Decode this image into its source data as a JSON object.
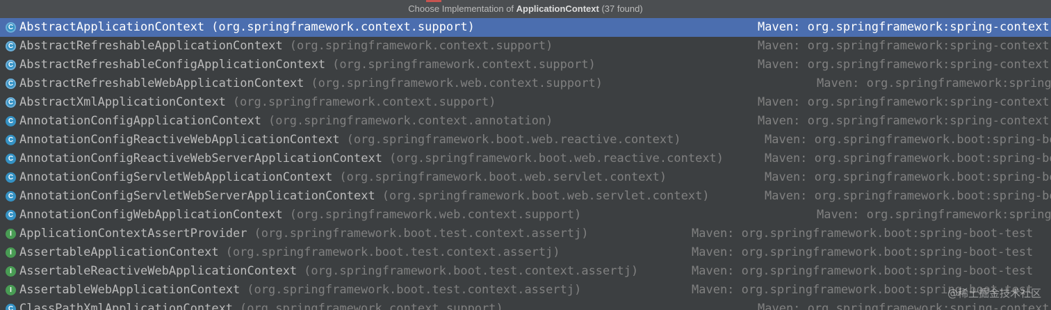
{
  "header": {
    "prefix": "Choose Implementation of ",
    "target": "ApplicationContext",
    "count": " (37 found)"
  },
  "items": [
    {
      "name": "AbstractApplicationContext",
      "package": "(org.springframework.context.support)",
      "library": "Maven: org.springframework:spring-context",
      "icon": "abstract-class-icon",
      "selected": true
    },
    {
      "name": "AbstractRefreshableApplicationContext",
      "package": "(org.springframework.context.support)",
      "library": "Maven: org.springframework:spring-context",
      "icon": "abstract-class-icon"
    },
    {
      "name": "AbstractRefreshableConfigApplicationContext",
      "package": "(org.springframework.context.support)",
      "library": "Maven: org.springframework:spring-context",
      "icon": "abstract-class-icon"
    },
    {
      "name": "AbstractRefreshableWebApplicationContext",
      "package": "(org.springframework.web.context.support)",
      "library": "Maven: org.springframework:spring-web",
      "icon": "abstract-class-icon"
    },
    {
      "name": "AbstractXmlApplicationContext",
      "package": "(org.springframework.context.support)",
      "library": "Maven: org.springframework:spring-context",
      "icon": "abstract-class-icon"
    },
    {
      "name": "AnnotationConfigApplicationContext",
      "package": "(org.springframework.context.annotation)",
      "library": "Maven: org.springframework:spring-context",
      "icon": "class-icon"
    },
    {
      "name": "AnnotationConfigReactiveWebApplicationContext",
      "package": "(org.springframework.boot.web.reactive.context)",
      "library": "Maven: org.springframework.boot:spring-boot",
      "icon": "class-icon"
    },
    {
      "name": "AnnotationConfigReactiveWebServerApplicationContext",
      "package": "(org.springframework.boot.web.reactive.context)",
      "library": "Maven: org.springframework.boot:spring-boot",
      "icon": "class-icon"
    },
    {
      "name": "AnnotationConfigServletWebApplicationContext",
      "package": "(org.springframework.boot.web.servlet.context)",
      "library": "Maven: org.springframework.boot:spring-boot",
      "icon": "class-icon"
    },
    {
      "name": "AnnotationConfigServletWebServerApplicationContext",
      "package": "(org.springframework.boot.web.servlet.context)",
      "library": "Maven: org.springframework.boot:spring-boot",
      "icon": "class-icon"
    },
    {
      "name": "AnnotationConfigWebApplicationContext",
      "package": "(org.springframework.web.context.support)",
      "library": "Maven: org.springframework:spring-web",
      "icon": "class-icon"
    },
    {
      "name": "ApplicationContextAssertProvider",
      "package": "(org.springframework.boot.test.context.assertj)",
      "library": "Maven: org.springframework.boot:spring-boot-test",
      "icon": "interface-icon"
    },
    {
      "name": "AssertableApplicationContext",
      "package": "(org.springframework.boot.test.context.assertj)",
      "library": "Maven: org.springframework.boot:spring-boot-test",
      "icon": "interface-icon"
    },
    {
      "name": "AssertableReactiveWebApplicationContext",
      "package": "(org.springframework.boot.test.context.assertj)",
      "library": "Maven: org.springframework.boot:spring-boot-test",
      "icon": "interface-icon"
    },
    {
      "name": "AssertableWebApplicationContext",
      "package": "(org.springframework.boot.test.context.assertj)",
      "library": "Maven: org.springframework.boot:spring-boot-test",
      "icon": "interface-icon"
    },
    {
      "name": "ClassPathXmlApplicationContext",
      "package": "(org.springframework.context.support)",
      "library": "Maven: org.springframework:spring-context",
      "icon": "class-icon"
    }
  ],
  "watermark": "@稀土掘金技术社区",
  "colors": {
    "background": "#3c3f41",
    "selection": "#4b6eaf",
    "text": "#bbbbbb",
    "muted": "#808080",
    "class_icon": "#3592c4",
    "interface_icon": "#499c54"
  }
}
